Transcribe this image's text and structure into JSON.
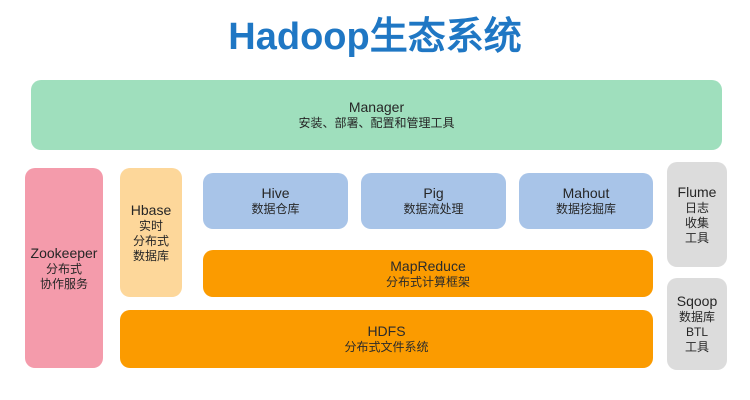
{
  "title": "Hadoop生态系统",
  "colors": {
    "title": "#1f77c4",
    "manager": "#9fdfbd",
    "zookeeper": "#f49bab",
    "hbase": "#fdd79a",
    "tools": "#a8c4e8",
    "core": "#fb9b00",
    "ingest": "#dcdcdc",
    "text": "#262626"
  },
  "nodes": {
    "manager": {
      "name": "Manager",
      "desc": "安装、部署、配置和管理工具"
    },
    "zookeeper": {
      "name": "Zookeeper",
      "desc1": "分布式",
      "desc2": "协作服务"
    },
    "hbase": {
      "name": "Hbase",
      "desc1": "实时",
      "desc2": "分布式",
      "desc3": "数据库"
    },
    "hive": {
      "name": "Hive",
      "desc": "数据仓库"
    },
    "pig": {
      "name": "Pig",
      "desc": "数据流处理"
    },
    "mahout": {
      "name": "Mahout",
      "desc": "数据挖掘库"
    },
    "mapreduce": {
      "name": "MapReduce",
      "desc": "分布式计算框架"
    },
    "hdfs": {
      "name": "HDFS",
      "desc": "分布式文件系统"
    },
    "flume": {
      "name": "Flume",
      "desc1": "日志",
      "desc2": "收集",
      "desc3": "工具"
    },
    "sqoop": {
      "name": "Sqoop",
      "desc1": "数据库",
      "desc2": "BTL",
      "desc3": "工具"
    }
  }
}
